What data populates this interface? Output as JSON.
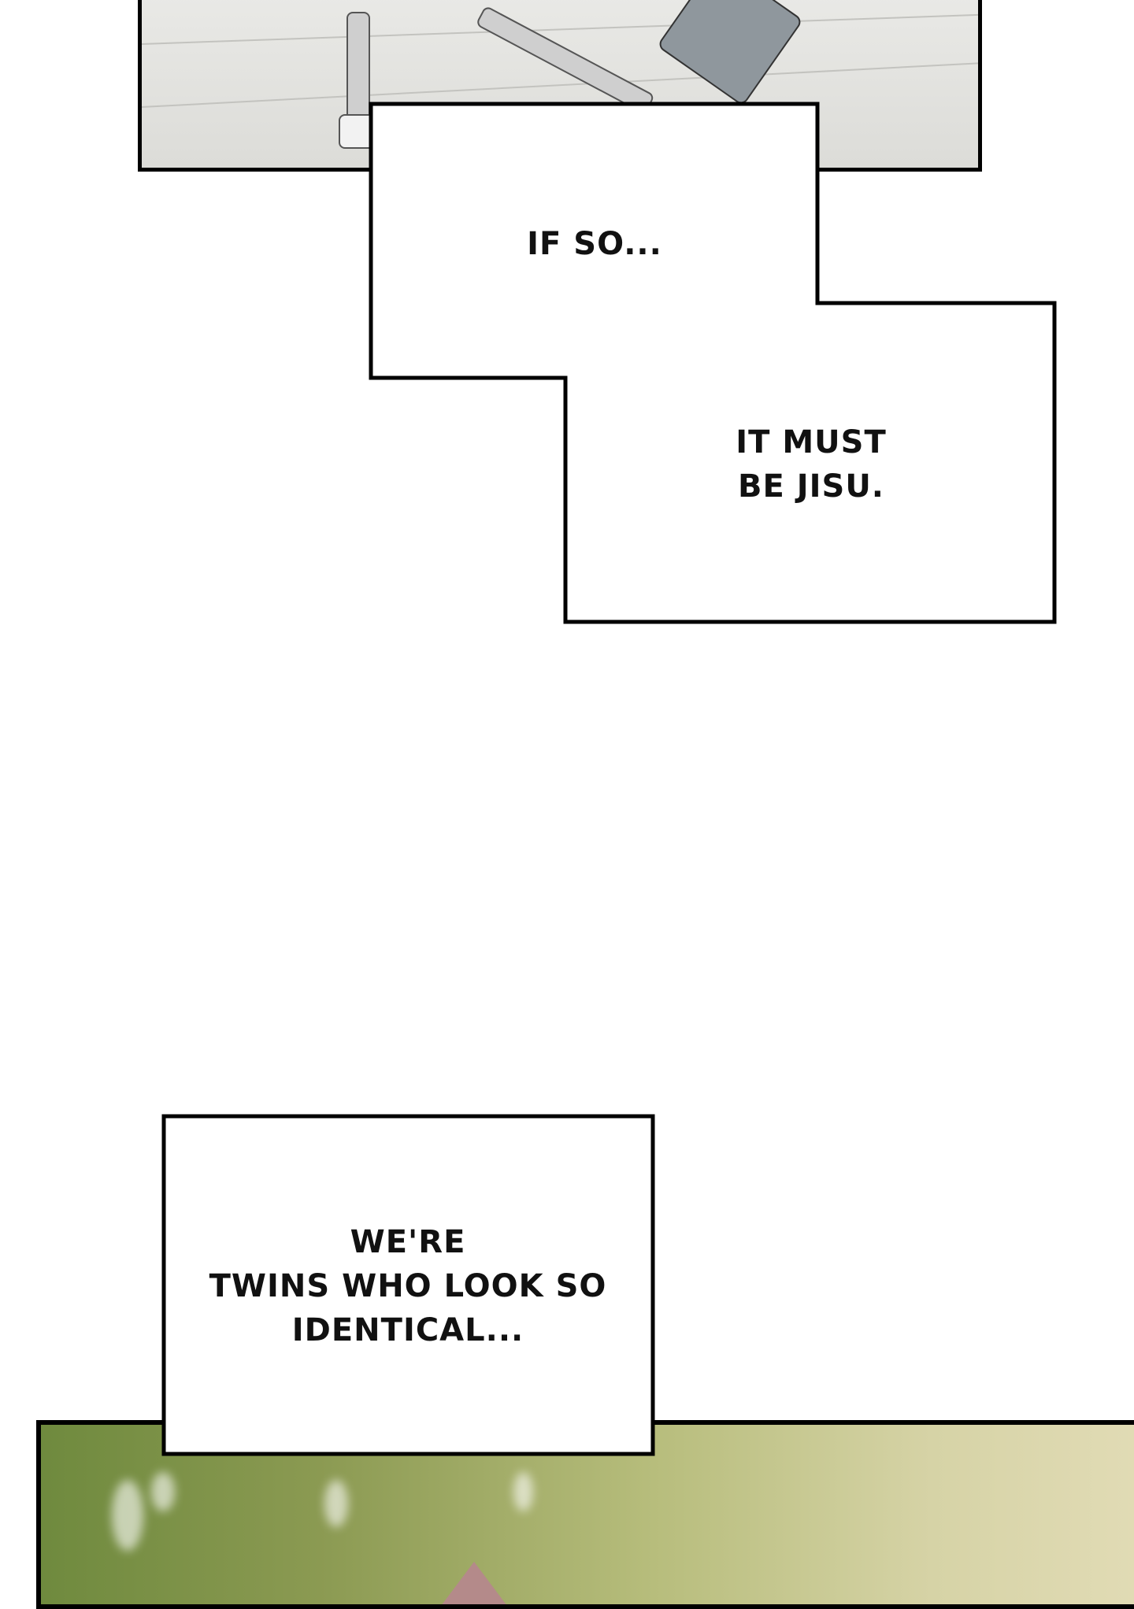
{
  "captions": {
    "first": "IF SO...",
    "second_line1": "IT MUST",
    "second_line2": "BE JISU.",
    "third_line1": "WE'RE",
    "third_line2": "TWINS WHO LOOK SO",
    "third_line3": "IDENTICAL..."
  },
  "colors": {
    "border": "#000000",
    "caption_bg": "#ffffff",
    "foliage": "#8b9a52"
  }
}
